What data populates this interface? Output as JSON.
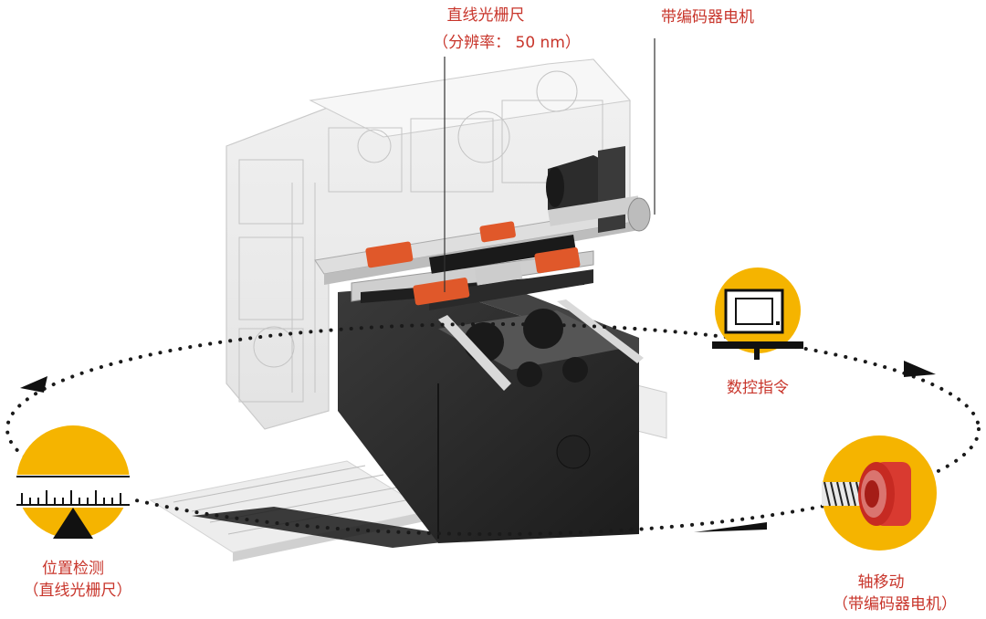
{
  "labels": {
    "linear_scale_title": "直线光栅尺",
    "linear_scale_resolution": "（分辨率： 50 nm）",
    "motor_top": "带编码器电机",
    "cnc_command": "数控指令",
    "position_detect_title": "位置检测",
    "position_detect_sub": "（直线光栅尺）",
    "axis_move_title": "轴移动",
    "axis_move_sub": "（带编码器电机）"
  },
  "colors": {
    "accent_red": "#c8352b",
    "icon_yellow": "#f5b400",
    "machine_dark": "#2a2a2a",
    "scale_orange": "#e0582a",
    "ghost_gray": "#d8d8d8"
  },
  "icons": {
    "cnc": "monitor-on-stand-icon",
    "position": "ruler-with-pointer-icon",
    "axis": "ballscrew-motor-icon"
  }
}
